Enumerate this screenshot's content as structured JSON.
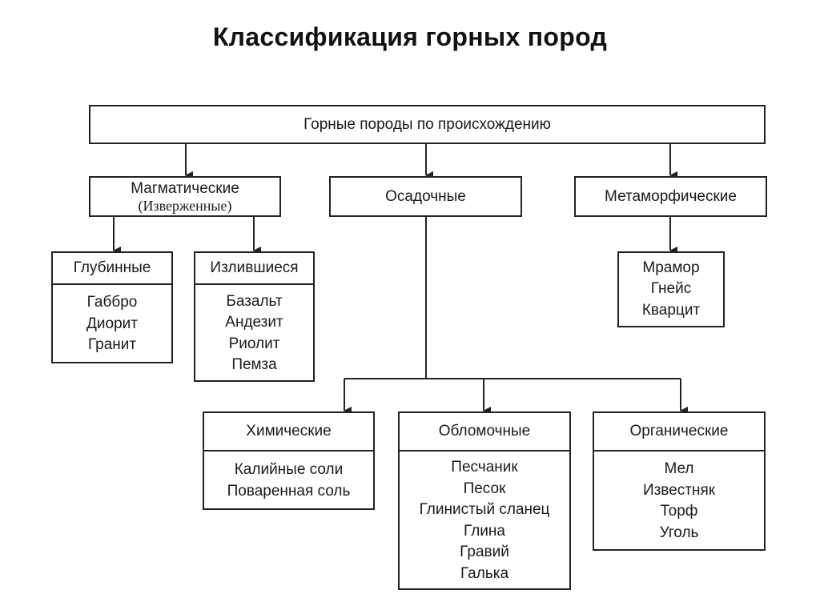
{
  "title": "Классификация горных пород",
  "root": "Горные породы по происхождению",
  "magmatic": {
    "line1": "Магматические",
    "line2": "(Изверженные)",
    "deep": {
      "title": "Глубинные",
      "items": [
        "Габбро",
        "Диорит",
        "Гранит"
      ]
    },
    "effusive": {
      "title": "Излившиеся",
      "items": [
        "Базальт",
        "Андезит",
        "Риолит",
        "Пемза"
      ]
    }
  },
  "sedimentary": {
    "label": "Осадочные",
    "chemical": {
      "title": "Химические",
      "items": [
        "Калийные соли",
        "Поваренная соль"
      ]
    },
    "clastic": {
      "title": "Обломочные",
      "items": [
        "Песчаник",
        "Песок",
        "Глинистый сланец",
        "Глина",
        "Гравий",
        "Галька"
      ]
    },
    "organic": {
      "title": "Органические",
      "items": [
        "Мел",
        "Известняк",
        "Торф",
        "Уголь"
      ]
    }
  },
  "metamorphic": {
    "label": "Метаморфические",
    "items": [
      "Мрамор",
      "Гнейс",
      "Кварцит"
    ]
  }
}
